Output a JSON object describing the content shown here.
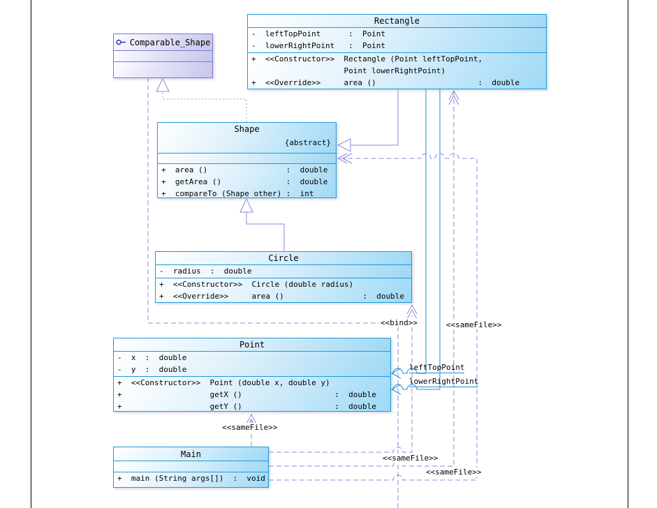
{
  "colors": {
    "class_border": "#1d9bd8",
    "class_fill": "#9fd9f6",
    "interface_border": "#7b79cf",
    "interface_fill": "#c7c5ec",
    "connector_purple": "#8a89d8",
    "connector_blue": "#1a8fd8"
  },
  "classes": {
    "comparable_shape": {
      "name": "Comparable_Shape",
      "icon": "interface-lollipop-icon"
    },
    "rectangle": {
      "name": "Rectangle",
      "attributes": [
        "-  leftTopPoint      :  Point",
        "-  lowerRightPoint   :  Point"
      ],
      "methods": [
        "+  <<Constructor>>  Rectangle (Point leftTopPoint,",
        "                    Point lowerRightPoint)",
        "+  <<Override>>     area ()                      :  double"
      ]
    },
    "shape": {
      "name": "Shape",
      "modifier": "{abstract}",
      "methods": [
        "+  area ()                 :  double",
        "+  getArea ()              :  double",
        "+  compareTo (Shape other) :  int"
      ]
    },
    "circle": {
      "name": "Circle",
      "attributes": [
        "-  radius  :  double"
      ],
      "methods": [
        "+  <<Constructor>>  Circle (double radius)",
        "+  <<Override>>     area ()                 :  double"
      ]
    },
    "point": {
      "name": "Point",
      "attributes": [
        "-  x  :  double",
        "-  y  :  double"
      ],
      "methods": [
        "+  <<Constructor>>  Point (double x, double y)",
        "+                   getX ()                    :  double",
        "+                   getY ()                    :  double"
      ]
    },
    "main": {
      "name": "Main",
      "methods": [
        "+  main (String args[])  :  void"
      ]
    }
  },
  "labels": {
    "bind": "<<bind>>",
    "samefile_top": "<<sameFile>>",
    "left_top_point": "leftTopPoint",
    "lower_right_point": "lowerRightPoint",
    "samefile_point": "<<sameFile>>",
    "samefile_circle": "<<sameFile>>",
    "samefile_rectangle": "<<sameFile>>"
  }
}
